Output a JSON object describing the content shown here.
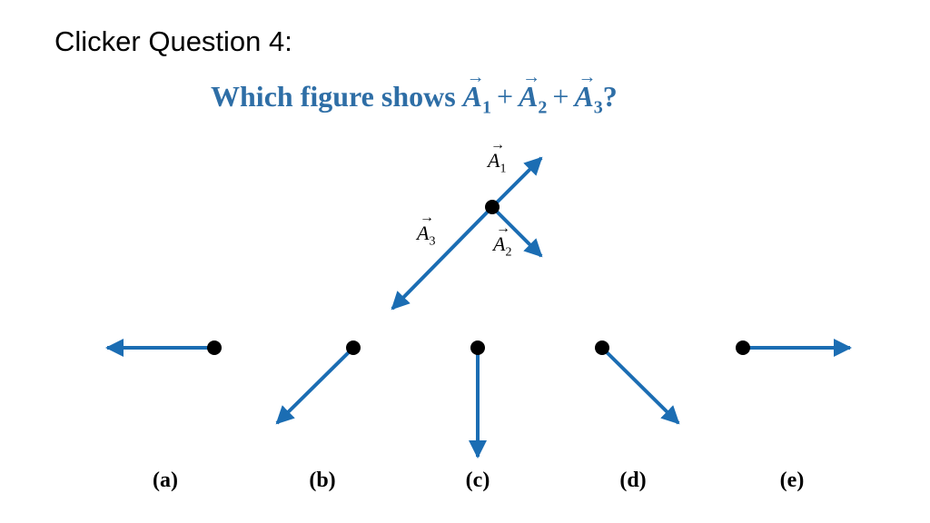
{
  "slide": {
    "title": "Clicker Question 4:"
  },
  "question": {
    "prefix": "Which figure shows",
    "symbol": "A",
    "sub1": "1",
    "sub2": "2",
    "sub3": "3",
    "plus": "+",
    "end": "?"
  },
  "vector_arrow_glyph": "→",
  "vectors": [
    {
      "symbol": "A",
      "sub": "1"
    },
    {
      "symbol": "A",
      "sub": "2"
    },
    {
      "symbol": "A",
      "sub": "3"
    }
  ],
  "options": [
    {
      "label": "(a)",
      "direction": "left"
    },
    {
      "label": "(b)",
      "direction": "down-left"
    },
    {
      "label": "(c)",
      "direction": "down"
    },
    {
      "label": "(d)",
      "direction": "down-right"
    },
    {
      "label": "(e)",
      "direction": "right"
    }
  ],
  "colors": {
    "arrow": "#1b6db3",
    "dot": "#000000",
    "question": "#2e6ea6"
  }
}
